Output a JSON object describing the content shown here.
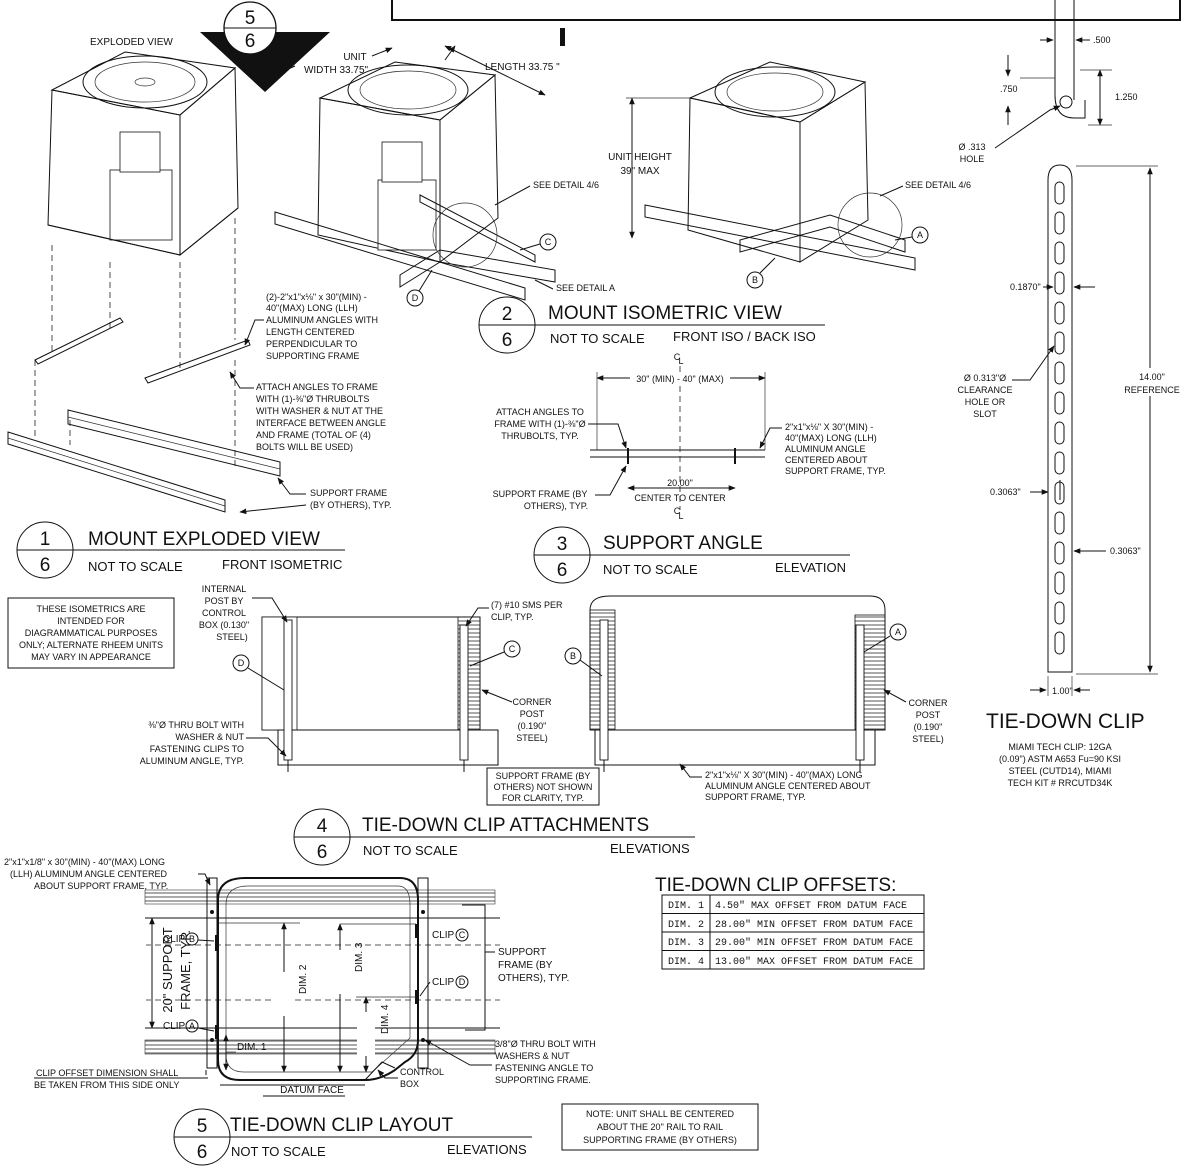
{
  "header": {
    "detail_no": "5",
    "sheet_no": "6"
  },
  "exploded": {
    "label": "EXPLODED VIEW",
    "angles_note": [
      "(2)-2\"x1\"x⅛\" x 30\"(MIN) -",
      "40\"(MAX) LONG (LLH)",
      "ALUMINUM ANGLES WITH",
      "LENGTH CENTERED",
      "PERPENDICULAR TO",
      "SUPPORTING FRAME"
    ],
    "attach_note": [
      "ATTACH ANGLES TO FRAME",
      "WITH (1)-⅜\"Ø THRUBOLTS",
      "WITH WASHER & NUT AT THE",
      "INTERFACE BETWEEN ANGLE",
      "AND FRAME (TOTAL OF (4)",
      "BOLTS WILL BE USED)"
    ],
    "frame_note": [
      "SUPPORT FRAME",
      "(BY OTHERS), TYP."
    ]
  },
  "iso": {
    "unit_width": [
      "UNIT",
      "WIDTH 33.75\""
    ],
    "length": "LENGTH 33.75  \"",
    "see_detail_46": "SEE DETAIL 4/6",
    "see_detail_a": "SEE DETAIL A",
    "unit_height": [
      "UNIT HEIGHT",
      "39\"     MAX"
    ],
    "see_detail_46b": "SEE DETAIL 4/6"
  },
  "callouts": {
    "a": "A",
    "b": "B",
    "c": "C",
    "d": "D"
  },
  "titles": {
    "t1": {
      "num": "1",
      "sheet": "6",
      "name": "MOUNT EXPLODED VIEW",
      "scale": "NOT TO SCALE",
      "view": "FRONT ISOMETRIC"
    },
    "t2": {
      "num": "2",
      "sheet": "6",
      "name": "MOUNT ISOMETRIC VIEW",
      "scale": "NOT TO SCALE",
      "view": "FRONT ISO / BACK ISO"
    },
    "t3": {
      "num": "3",
      "sheet": "6",
      "name": "SUPPORT ANGLE",
      "scale": "NOT TO SCALE",
      "view": "ELEVATION"
    },
    "t4": {
      "num": "4",
      "sheet": "6",
      "name": "TIE-DOWN CLIP ATTACHMENTS",
      "scale": "NOT TO SCALE",
      "view": "ELEVATIONS"
    },
    "t5": {
      "num": "5",
      "sheet": "6",
      "name": "TIE-DOWN CLIP LAYOUT",
      "scale": "NOT TO SCALE",
      "view": "ELEVATIONS"
    }
  },
  "support_angle": {
    "cl": "C\nL",
    "span": "30\" (MIN) - 40\" (MAX)",
    "attach": [
      "ATTACH ANGLES TO",
      "FRAME WITH (1)-⅜\"Ø",
      "THRUBOLTS, TYP."
    ],
    "angle": [
      "2\"x1\"x⅛\" X 30\"(MIN) -",
      "40\"(MAX) LONG (LLH)",
      "ALUMINUM ANGLE",
      "CENTERED ABOUT",
      "SUPPORT FRAME, TYP."
    ],
    "frame": [
      "SUPPORT FRAME (BY",
      "OTHERS), TYP."
    ],
    "center": "20.00\"",
    "center_lbl": "CENTER TO CENTER"
  },
  "clip": {
    "dim_500": ".500",
    "dim_750": ".750",
    "dim_1250": "1.250",
    "hole": [
      "Ø .313",
      "HOLE"
    ],
    "d_1870": "0.1870\"",
    "clearance": [
      "Ø 0.313\"Ø",
      "CLEARANCE",
      "HOLE OR",
      "SLOT"
    ],
    "d_3063a": "0.3063\"",
    "d_3063b": "0.3063\"",
    "ref": [
      "14.00\"",
      "REFERENCE"
    ],
    "width": "1.00\"",
    "title": "TIE-DOWN CLIP",
    "spec": [
      "MIAMI TECH CLIP: 12GA",
      "(0.09\") ASTM A653 Fu=90 KSI",
      "STEEL (CUTD14), MIAMI",
      "TECH KIT # RRCUTD34K"
    ]
  },
  "note_box": [
    "THESE ISOMETRICS ARE",
    "INTENDED FOR",
    "DIAGRAMMATICAL PURPOSES",
    "ONLY; ALTERNATE RHEEM UNITS",
    "MAY VARY IN APPEARANCE"
  ],
  "attach": {
    "internal_post": [
      "INTERNAL",
      "POST BY",
      "CONTROL",
      "BOX (0.130\"",
      "STEEL)"
    ],
    "sms": [
      "(7) #10 SMS PER",
      "CLIP, TYP."
    ],
    "corner_post1": [
      "CORNER",
      "POST",
      "(0.190\"",
      "STEEL)"
    ],
    "corner_post2": [
      "CORNER",
      "POST",
      "(0.190\"",
      "STEEL)"
    ],
    "thru_bolt": [
      "⅜\"Ø THRU BOLT WITH",
      "WASHER & NUT",
      "FASTENING CLIPS TO",
      "ALUMINUM ANGLE, TYP."
    ],
    "frame_box": [
      "SUPPORT FRAME (BY",
      "OTHERS) NOT SHOWN",
      "FOR CLARITY, TYP."
    ],
    "angle_note": [
      "2\"x1\"x⅛\" X 30\"(MIN) - 40\"(MAX) LONG",
      "ALUMINUM ANGLE CENTERED ABOUT",
      "SUPPORT FRAME, TYP."
    ]
  },
  "offsets": {
    "title": "TIE-DOWN CLIP OFFSETS:",
    "rows": [
      [
        "DIM. 1",
        "4.50\" MAX OFFSET FROM DATUM FACE"
      ],
      [
        "DIM. 2",
        "28.00\" MIN OFFSET FROM DATUM FACE"
      ],
      [
        "DIM. 3",
        "29.00\" MIN OFFSET FROM DATUM FACE"
      ],
      [
        "DIM. 4",
        "13.00\" MAX OFFSET FROM DATUM FACE"
      ]
    ]
  },
  "layout": {
    "angle_note": [
      "2\"x1\"x1/8\" x 30\"(MIN) - 40\"(MAX) LONG",
      "(LLH) ALUMINUM ANGLE CENTERED",
      "ABOUT SUPPORT FRAME, TYP."
    ],
    "frame_side": [
      "20\" SUPPORT",
      "FRAME, TYP."
    ],
    "clip_a": "CLIP",
    "clip_b": "CLIP",
    "clip_c": "CLIP",
    "clip_d": "CLIP",
    "dim1": "DIM. 1",
    "dim2": "DIM. 2",
    "dim3": "DIM. 3",
    "dim4": "DIM. 4",
    "support_frame": [
      "SUPPORT",
      "FRAME (BY",
      "OTHERS), TYP."
    ],
    "thru_bolt": [
      "3/8\"Ø THRU BOLT WITH",
      "WASHERS & NUT",
      "FASTENING ANGLE TO",
      "SUPPORTING FRAME."
    ],
    "control_box": [
      "CONTROL",
      "BOX"
    ],
    "datum": "DATUM FACE",
    "offset_note": [
      "CLIP OFFSET DIMENSION SHALL",
      "BE TAKEN FROM THIS SIDE ONLY"
    ]
  },
  "center_note": [
    "NOTE: UNIT SHALL BE CENTERED",
    "ABOUT THE 20\" RAIL TO RAIL",
    "SUPPORTING FRAME (BY OTHERS)"
  ]
}
